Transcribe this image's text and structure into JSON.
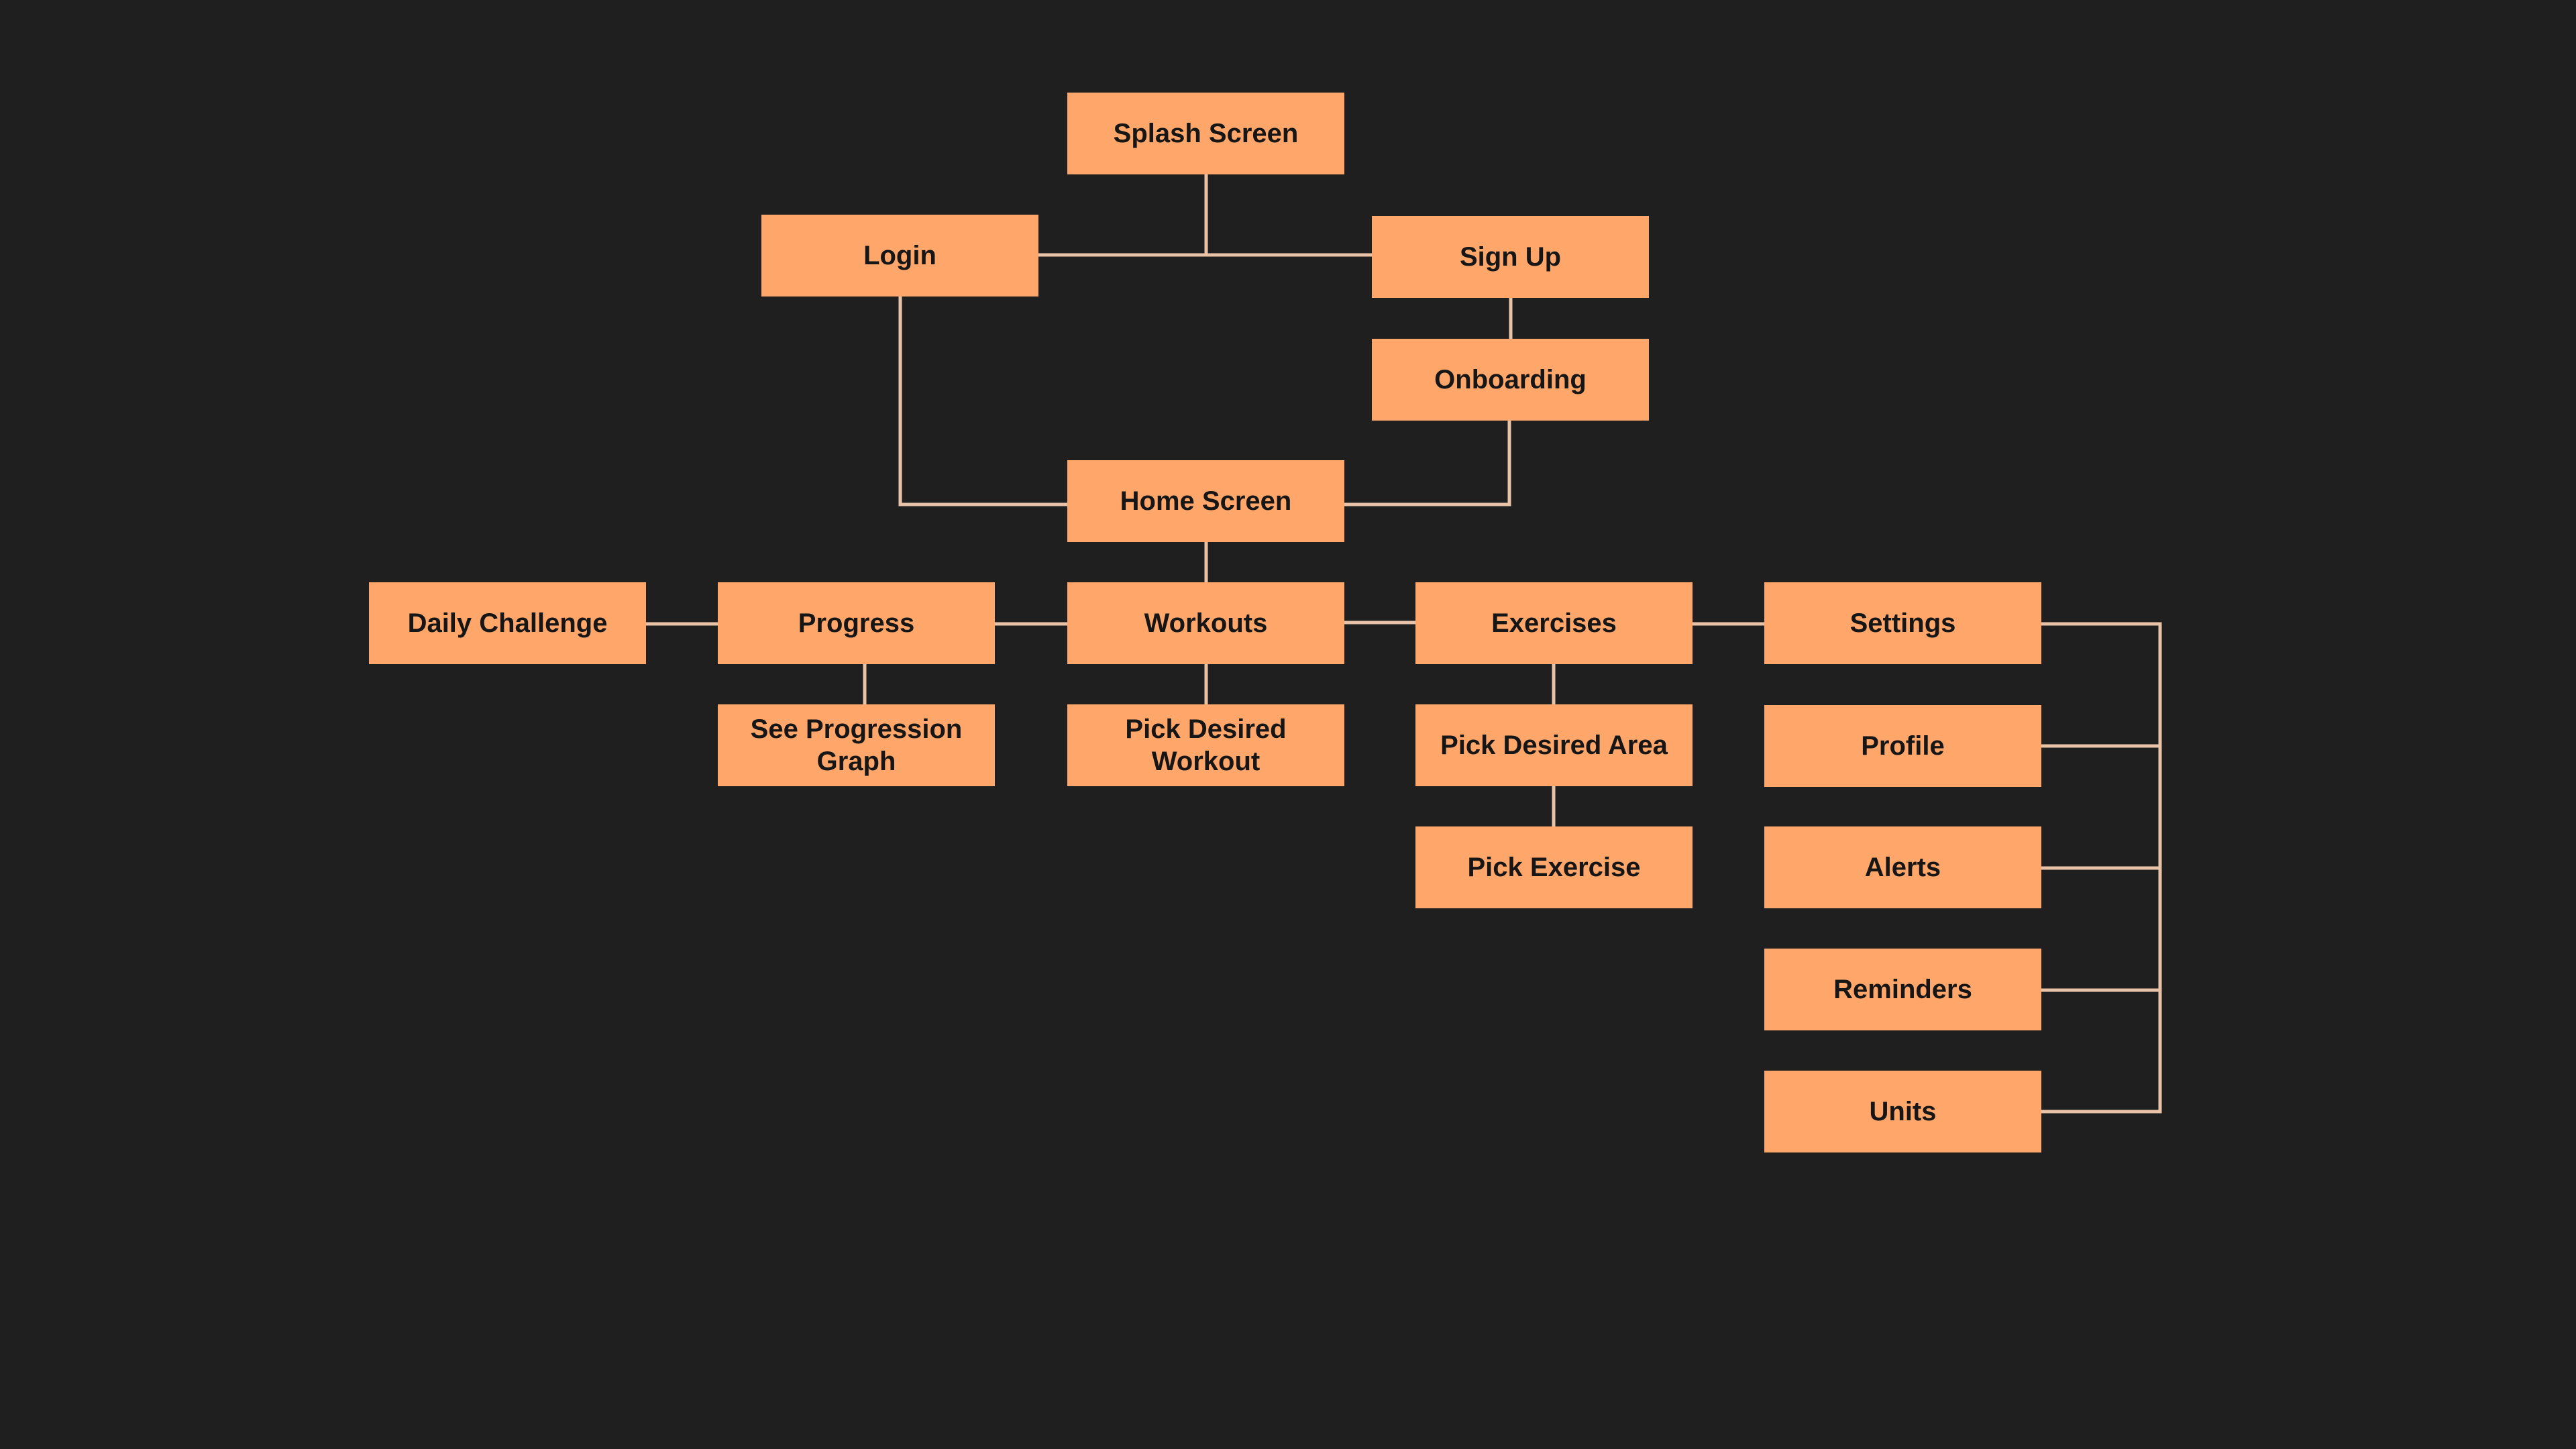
{
  "theme": {
    "background": "#1f1f1f",
    "node_fill": "#ffa66a",
    "node_text": "#161616",
    "connector": "#e9c3a7"
  },
  "nodes": {
    "splash_screen": "Splash Screen",
    "login": "Login",
    "sign_up": "Sign Up",
    "onboarding": "Onboarding",
    "home_screen": "Home Screen",
    "daily_challenge": "Daily Challenge",
    "progress": "Progress",
    "workouts": "Workouts",
    "exercises": "Exercises",
    "settings": "Settings",
    "see_progression_graph_line1": "See Progression",
    "see_progression_graph_line2": "Graph",
    "pick_desired_workout_line1": "Pick Desired",
    "pick_desired_workout_line2": "Workout",
    "pick_desired_area": "Pick Desired Area",
    "pick_exercise": "Pick Exercise",
    "profile": "Profile",
    "alerts": "Alerts",
    "reminders": "Reminders",
    "units": "Units"
  },
  "edges": [
    [
      "splash_screen",
      "login"
    ],
    [
      "splash_screen",
      "sign_up"
    ],
    [
      "sign_up",
      "onboarding"
    ],
    [
      "login",
      "home_screen"
    ],
    [
      "onboarding",
      "home_screen"
    ],
    [
      "home_screen",
      "workouts"
    ],
    [
      "workouts",
      "progress"
    ],
    [
      "progress",
      "daily_challenge"
    ],
    [
      "workouts",
      "exercises"
    ],
    [
      "exercises",
      "settings"
    ],
    [
      "progress",
      "see_progression_graph"
    ],
    [
      "workouts",
      "pick_desired_workout"
    ],
    [
      "exercises",
      "pick_desired_area"
    ],
    [
      "pick_desired_area",
      "pick_exercise"
    ],
    [
      "settings",
      "profile"
    ],
    [
      "settings",
      "alerts"
    ],
    [
      "settings",
      "reminders"
    ],
    [
      "settings",
      "units"
    ]
  ]
}
